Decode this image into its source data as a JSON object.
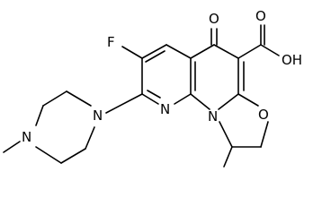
{
  "molecule": {
    "atoms": {
      "F": "F",
      "O_ketone": "O",
      "OH": "OH",
      "O_acid": "O",
      "N_pyridine": "N",
      "N_bridge": "N",
      "O_oxazole": "O",
      "N_pip_a": "N",
      "N_pip_b": "N"
    }
  }
}
